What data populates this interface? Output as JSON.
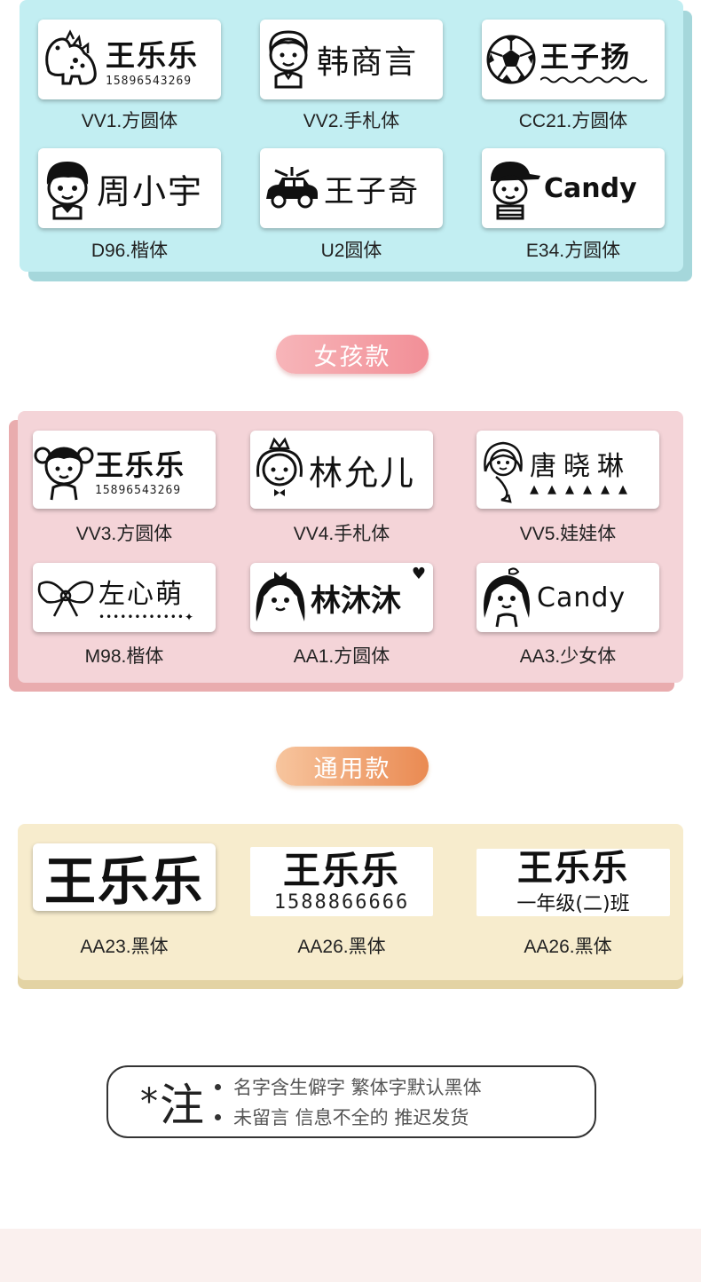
{
  "colors": {
    "boy_panel": "#c2eef2",
    "girl_panel": "#f4d4d8",
    "common_panel": "#f7eccd"
  },
  "boys": [
    {
      "name": "王乐乐",
      "phone": "15896543269",
      "icon": "dinosaur-icon",
      "caption": "VV1.方圆体"
    },
    {
      "name": "韩商言",
      "icon": "boy-face-icon",
      "caption": "VV2.手札体"
    },
    {
      "name": "王子扬",
      "icon": "soccer-ball-icon",
      "caption": "CC21.方圆体"
    },
    {
      "name": "周小宇",
      "icon": "boy-head-icon",
      "caption": "D96.楷体"
    },
    {
      "name": "王子奇",
      "icon": "car-icon",
      "caption": "U2圆体"
    },
    {
      "name": "Candy",
      "icon": "boy-cap-icon",
      "caption": "E34.方圆体"
    }
  ],
  "girl_section_title": "女孩款",
  "girls": [
    {
      "name": "王乐乐",
      "phone": "15896543269",
      "icon": "girl-pigtails-icon",
      "caption": "VV3.方圆体"
    },
    {
      "name": "林允儿",
      "icon": "princess-icon",
      "caption": "VV4.手札体"
    },
    {
      "name": "唐晓琳",
      "icon": "mermaid-icon",
      "caption": "VV5.娃娃体"
    },
    {
      "name": "左心萌",
      "icon": "bow-icon",
      "caption": "M98.楷体"
    },
    {
      "name": "林沐沐",
      "icon": "girl-bow-icon",
      "caption": "AA1.方圆体"
    },
    {
      "name": "Candy",
      "icon": "girl-hair-icon",
      "caption": "AA3.少女体"
    }
  ],
  "common_section_title": "通用款",
  "common": [
    {
      "name": "王乐乐",
      "caption": "AA23.黑体"
    },
    {
      "name": "王乐乐",
      "sub": "1588866666",
      "caption": "AA26.黑体"
    },
    {
      "name": "王乐乐",
      "sub": "一年级(二)班",
      "caption": "AA26.黑体"
    }
  ],
  "note": {
    "star": "*",
    "label": "注",
    "line1": "名字含生僻字  繁体字默认黑体",
    "line2": "未留言  信息不全的  推迟发货"
  }
}
